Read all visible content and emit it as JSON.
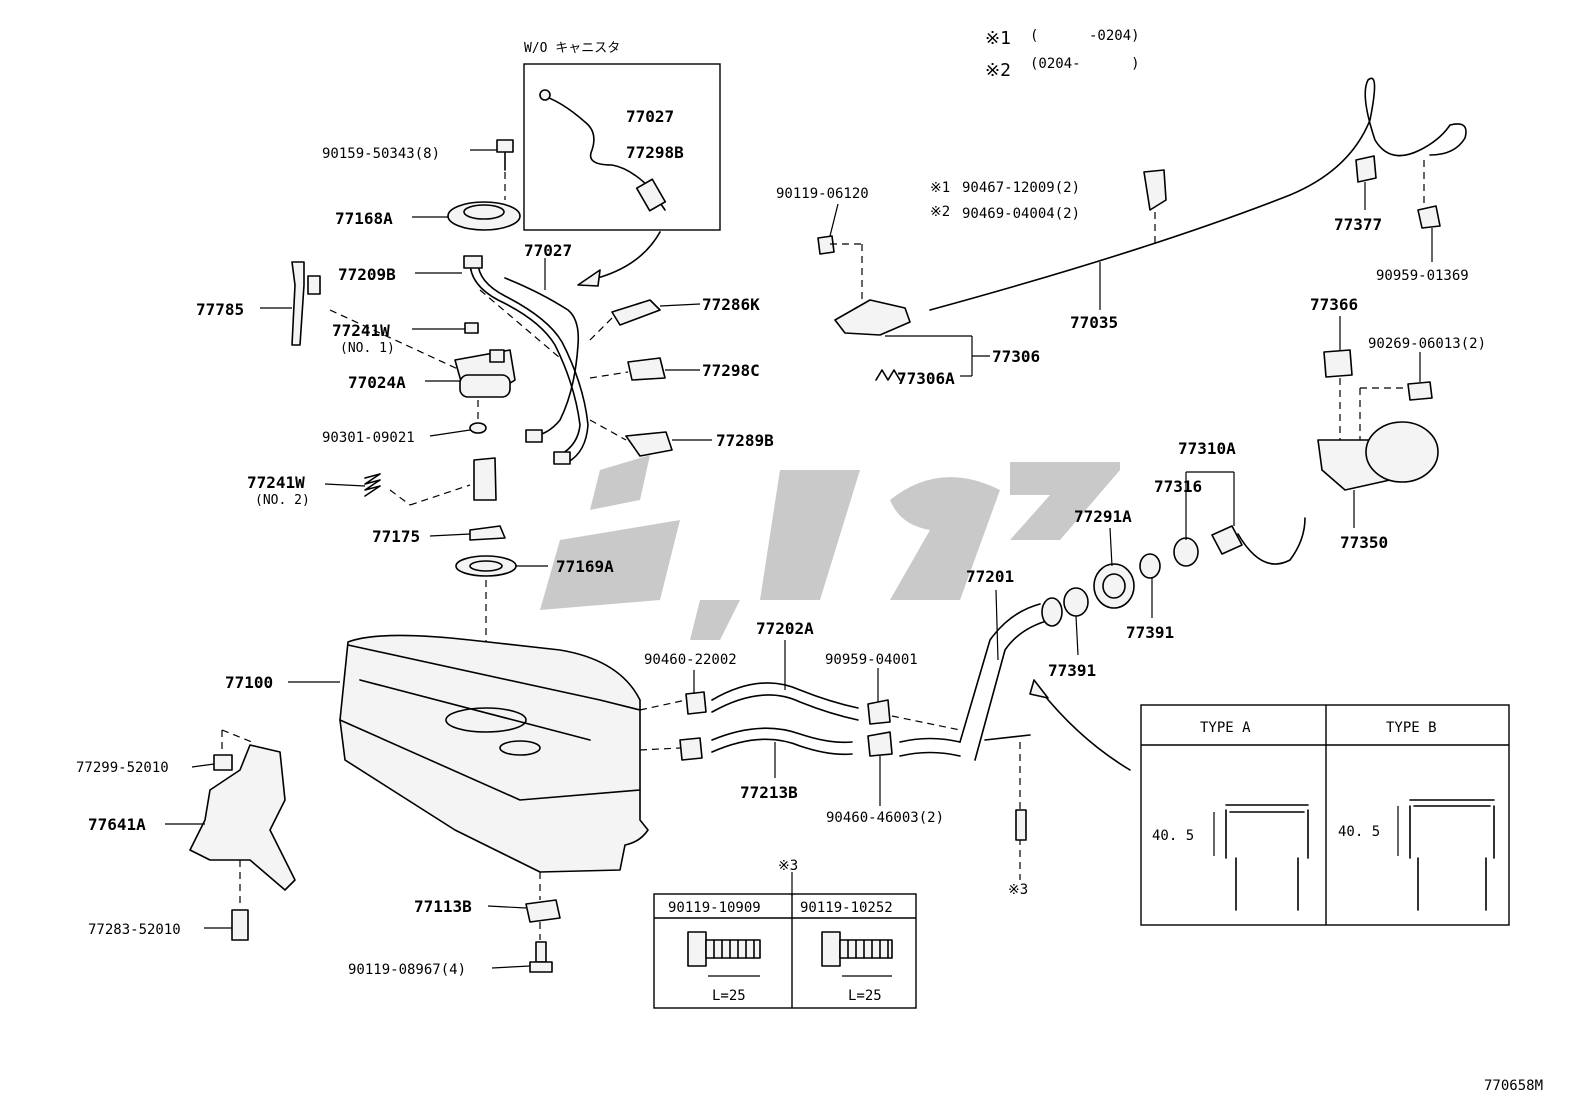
{
  "legend": {
    "note1_mark": "※1",
    "note1_range": "(      -0204)",
    "note2_mark": "※2",
    "note2_range": "(0204-      )"
  },
  "inset_wo": {
    "title": "W/O キャニスタ",
    "part_a": "77027",
    "part_b": "77298B"
  },
  "labels": {
    "p90159": "90159-50343(8)",
    "p77168A": "77168A",
    "p77027": "77027",
    "p77209B": "77209B",
    "p77785": "77785",
    "p77241W_1": "77241W",
    "no1": "(NO. 1)",
    "p77024A": "77024A",
    "p90301": "90301-09021",
    "p77241W_2": "77241W",
    "no2": "(NO. 2)",
    "p77175": "77175",
    "p77169A": "77169A",
    "p77286K": "77286K",
    "p77298C": "77298C",
    "p77289B": "77289B",
    "p90119_06120": "90119-06120",
    "n1": "※1",
    "p90467": "90467-12009(2)",
    "n2": "※2",
    "p90469": "90469-04004(2)",
    "p77035": "77035",
    "p77306": "77306",
    "p77306A": "77306A",
    "p77377": "77377",
    "p90959_01369": "90959-01369",
    "p77366": "77366",
    "p90269": "90269-06013(2)",
    "p77350": "77350",
    "p77310A": "77310A",
    "p77316": "77316",
    "p77291A": "77291A",
    "p77391a": "77391",
    "p77391b": "77391",
    "p77201": "77201",
    "p77202A": "77202A",
    "p90460_22002": "90460-22002",
    "p90959_04001": "90959-04001",
    "p77213B": "77213B",
    "p90460_46003": "90460-46003(2)",
    "n3_bolt": "※3",
    "p77100": "77100",
    "p77299": "77299-52010",
    "p77641A": "77641A",
    "p77283": "77283-52010",
    "p77113B": "77113B",
    "p90119_08967": "90119-08967(4)"
  },
  "bolt_table": {
    "note": "※3",
    "col1": "90119-10909",
    "col2": "90119-10252",
    "len1": "L=25",
    "len2": "L=25"
  },
  "type_table": {
    "col1": "TYPE  A",
    "col2": "TYPE  B",
    "dim1": "40. 5",
    "dim2": "40. 5"
  },
  "figure_code": "770658M"
}
